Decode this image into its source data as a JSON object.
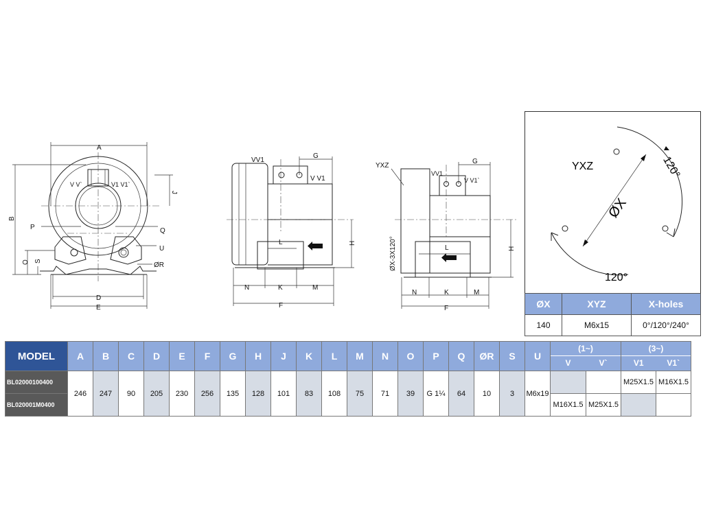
{
  "front_view": {
    "labels": [
      "A",
      "B",
      "J",
      "P",
      "Q",
      "U",
      "O",
      "S",
      "ØR",
      "D",
      "E"
    ],
    "port_labels": [
      "V V`",
      "V1 V1`"
    ]
  },
  "side_view_1": {
    "labels": [
      "VV1",
      "G",
      "V V1",
      "H",
      "L",
      "N",
      "K",
      "M",
      "F"
    ]
  },
  "side_view_3": {
    "labels": [
      "YXZ",
      "VV1",
      "G",
      "V V1`",
      "ØX-3X120°",
      "H",
      "L",
      "N",
      "K",
      "M",
      "F"
    ]
  },
  "hole_diagram": {
    "labels": [
      "YXZ",
      "ØX",
      "120°",
      "120°"
    ]
  },
  "hole_table": {
    "headers": [
      "ØX",
      "XYZ",
      "X-holes"
    ],
    "row": [
      "140",
      "M6x15",
      "0°/120°/240°"
    ]
  },
  "spec_table": {
    "model_header": "MODEL",
    "dims": [
      "A",
      "B",
      "C",
      "D",
      "E",
      "F",
      "G",
      "H",
      "J",
      "K",
      "L",
      "M",
      "N",
      "O",
      "P",
      "Q",
      "ØR",
      "S",
      "U"
    ],
    "group_1": "(1~)",
    "group_3": "(3~)",
    "sub_1": [
      "V",
      "V`"
    ],
    "sub_3": [
      "V1",
      "V1`"
    ],
    "models": [
      "BL02000100400",
      "BL020001M0400"
    ],
    "values": [
      "246",
      "247",
      "90",
      "205",
      "230",
      "256",
      "135",
      "128",
      "101",
      "83",
      "108",
      "75",
      "71",
      "39",
      "G 1¼",
      "64",
      "10",
      "3",
      "M6x19"
    ],
    "row1_voltage": [
      "",
      "",
      "M25X1.5",
      "M16X1.5"
    ],
    "row2_voltage": [
      "M16X1.5",
      "M25X1.5",
      "",
      ""
    ]
  },
  "colors": {
    "header": "#8faadc",
    "model_header": "#2f5597",
    "model_cell": "#595959",
    "shade": "#d6dce5"
  }
}
